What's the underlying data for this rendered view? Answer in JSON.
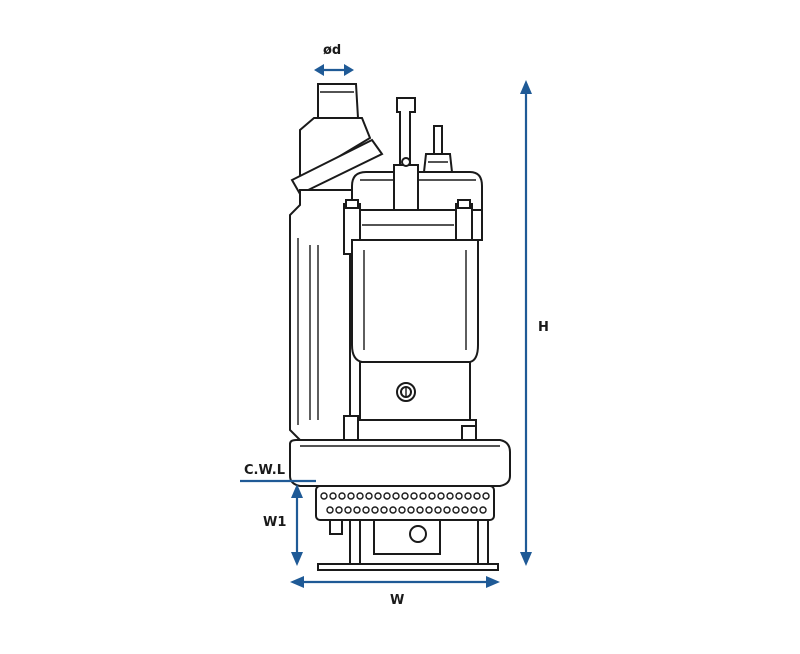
{
  "labels": {
    "outlet_diameter": "ød",
    "height": "H",
    "cwl": "C.W.L",
    "w1": "W1",
    "width": "W"
  },
  "colors": {
    "dimension_arrow": "#1f5a96",
    "drawing_line": "#1a1a1a",
    "background": "#ffffff"
  }
}
